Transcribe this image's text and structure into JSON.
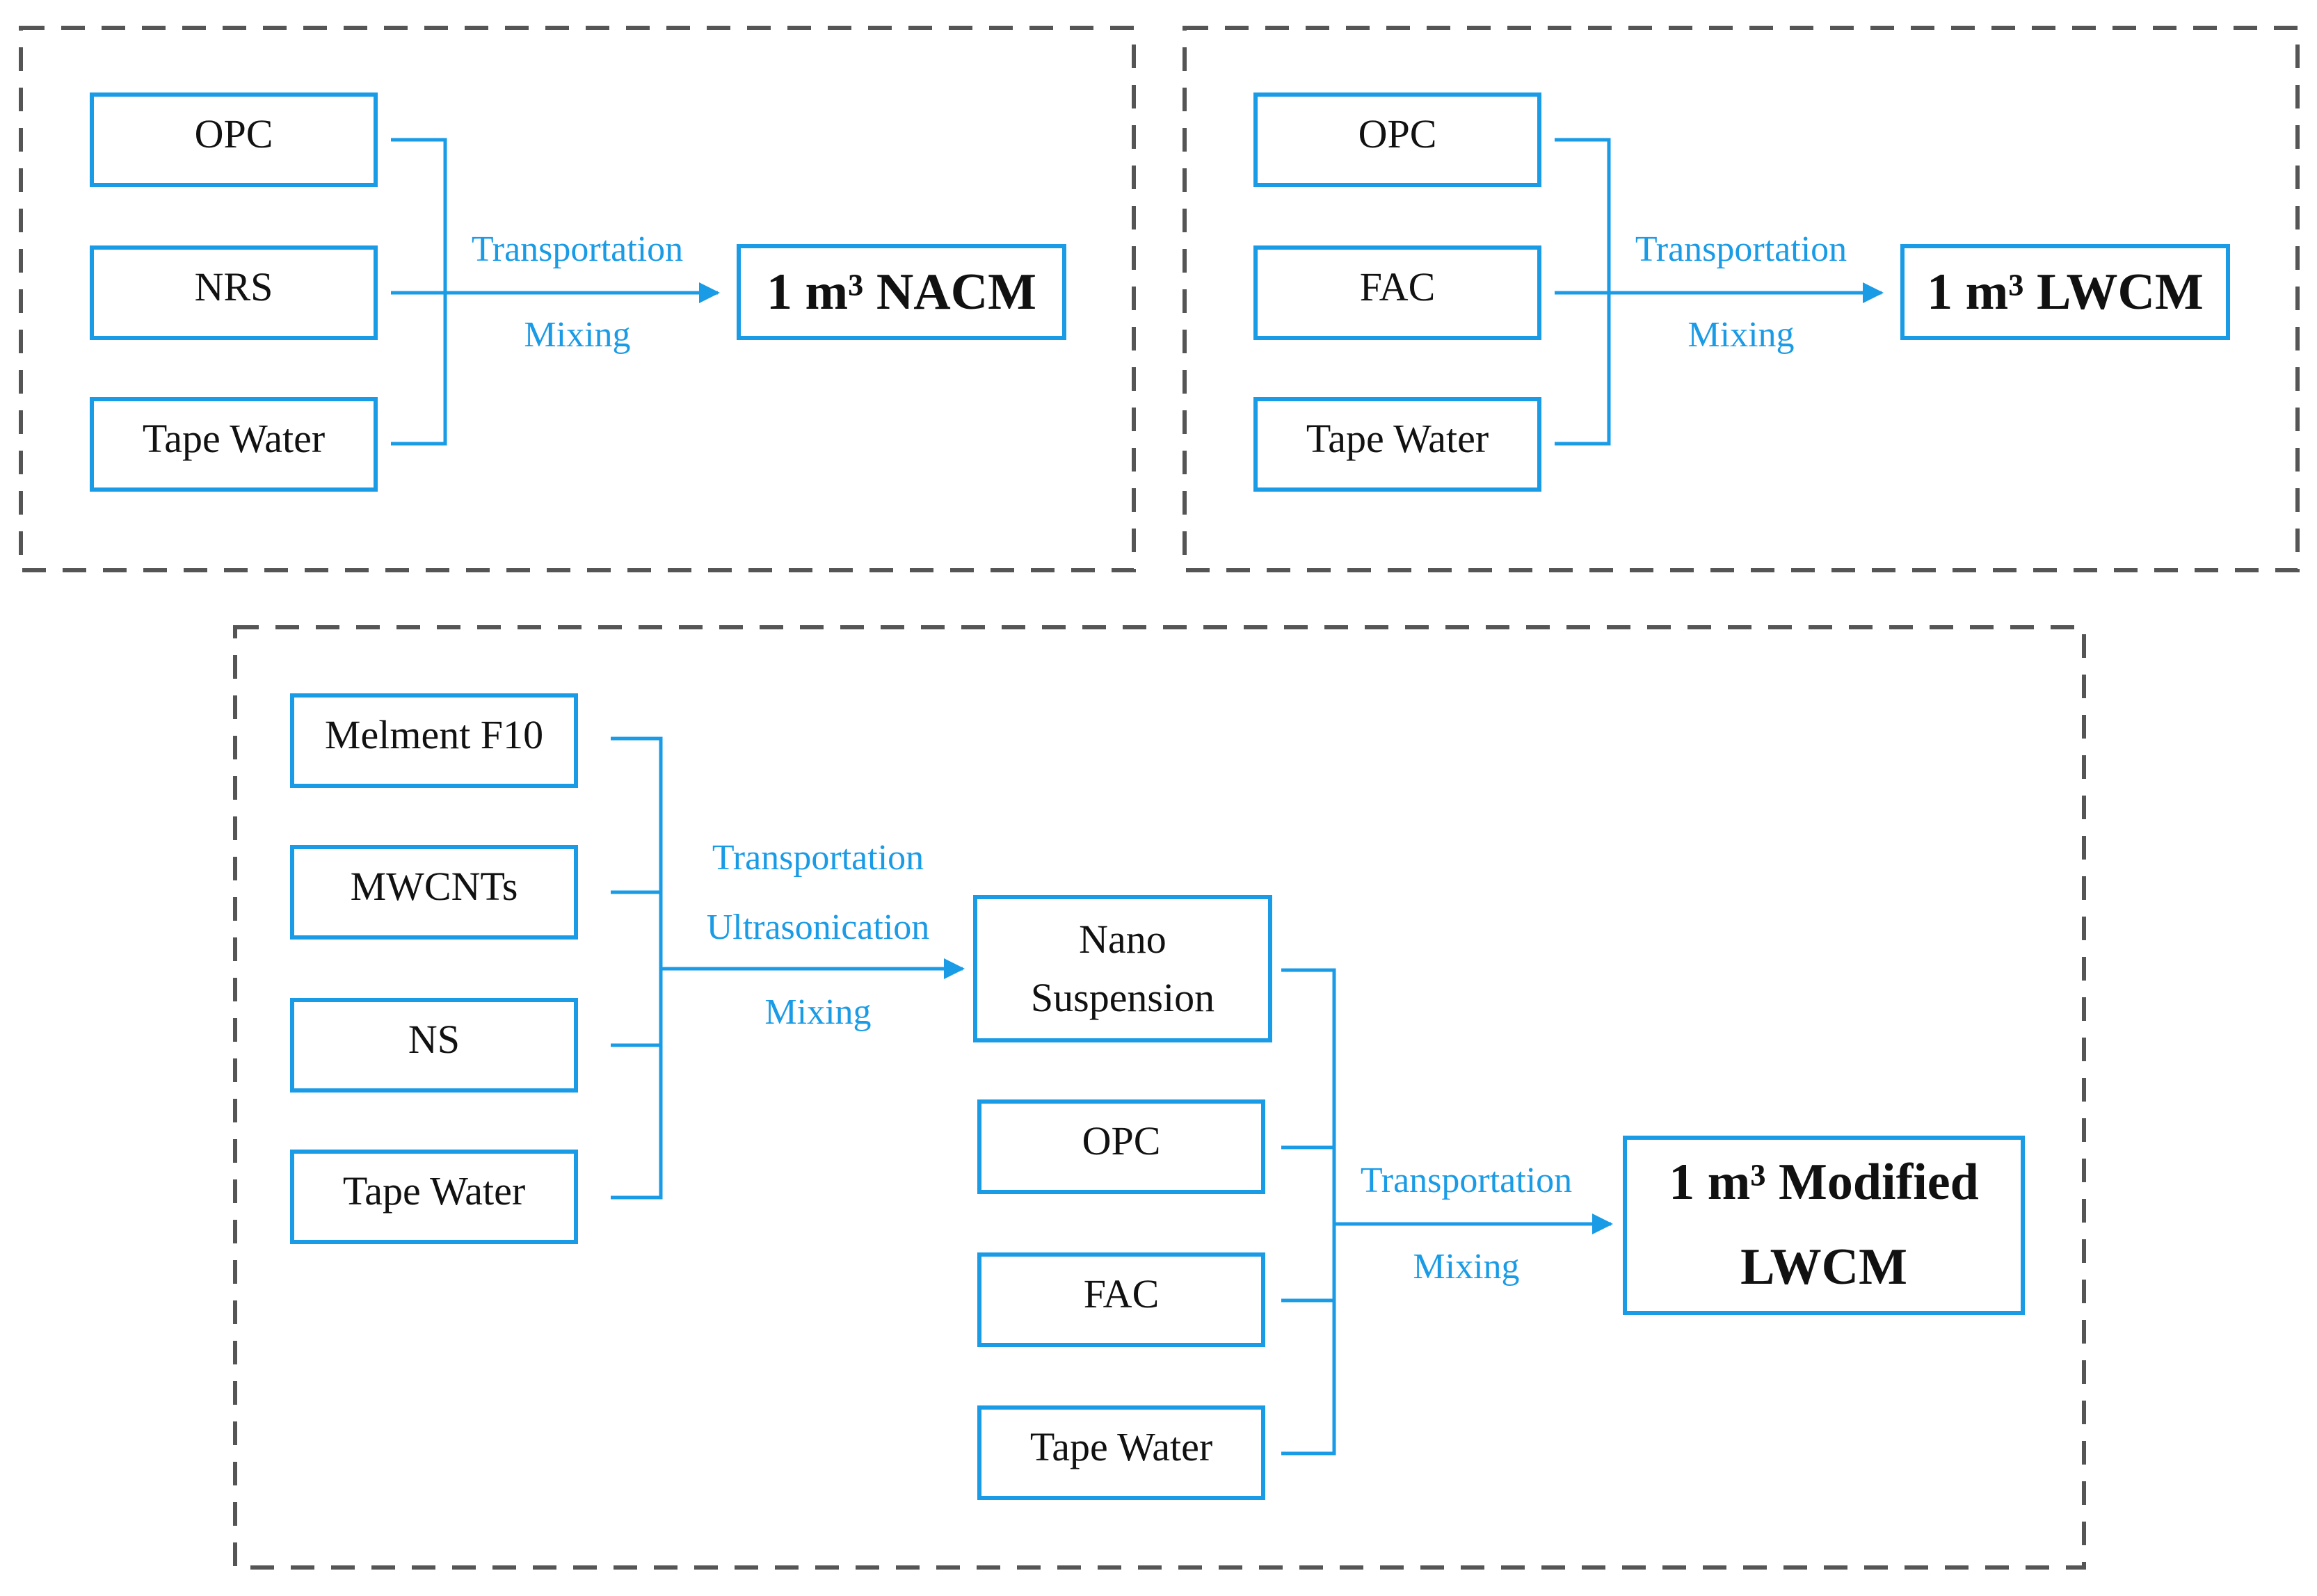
{
  "panel_nacm": {
    "inputs": [
      "OPC",
      "NRS",
      "Tape Water"
    ],
    "process": [
      "Transportation",
      "Mixing"
    ],
    "output": "1 m³ NACM"
  },
  "panel_lwcm": {
    "inputs": [
      "OPC",
      "FAC",
      "Tape Water"
    ],
    "process": [
      "Transportation",
      "Mixing"
    ],
    "output": "1 m³ LWCM"
  },
  "panel_modified": {
    "stage1_inputs": [
      "Melment F10",
      "MWCNTs",
      "NS",
      "Tape Water"
    ],
    "stage1_process": [
      "Transportation",
      "Ultrasonication",
      "Mixing"
    ],
    "suspension": [
      "Nano",
      "Suspension"
    ],
    "stage2_inputs": [
      "OPC",
      "FAC",
      "Tape Water"
    ],
    "stage2_process": [
      "Transportation",
      "Mixing"
    ],
    "output": [
      "1 m³ Modified",
      "LWCM"
    ]
  },
  "colors": {
    "accent": "#1a9be6",
    "frame": "#555555",
    "text": "#111111"
  }
}
